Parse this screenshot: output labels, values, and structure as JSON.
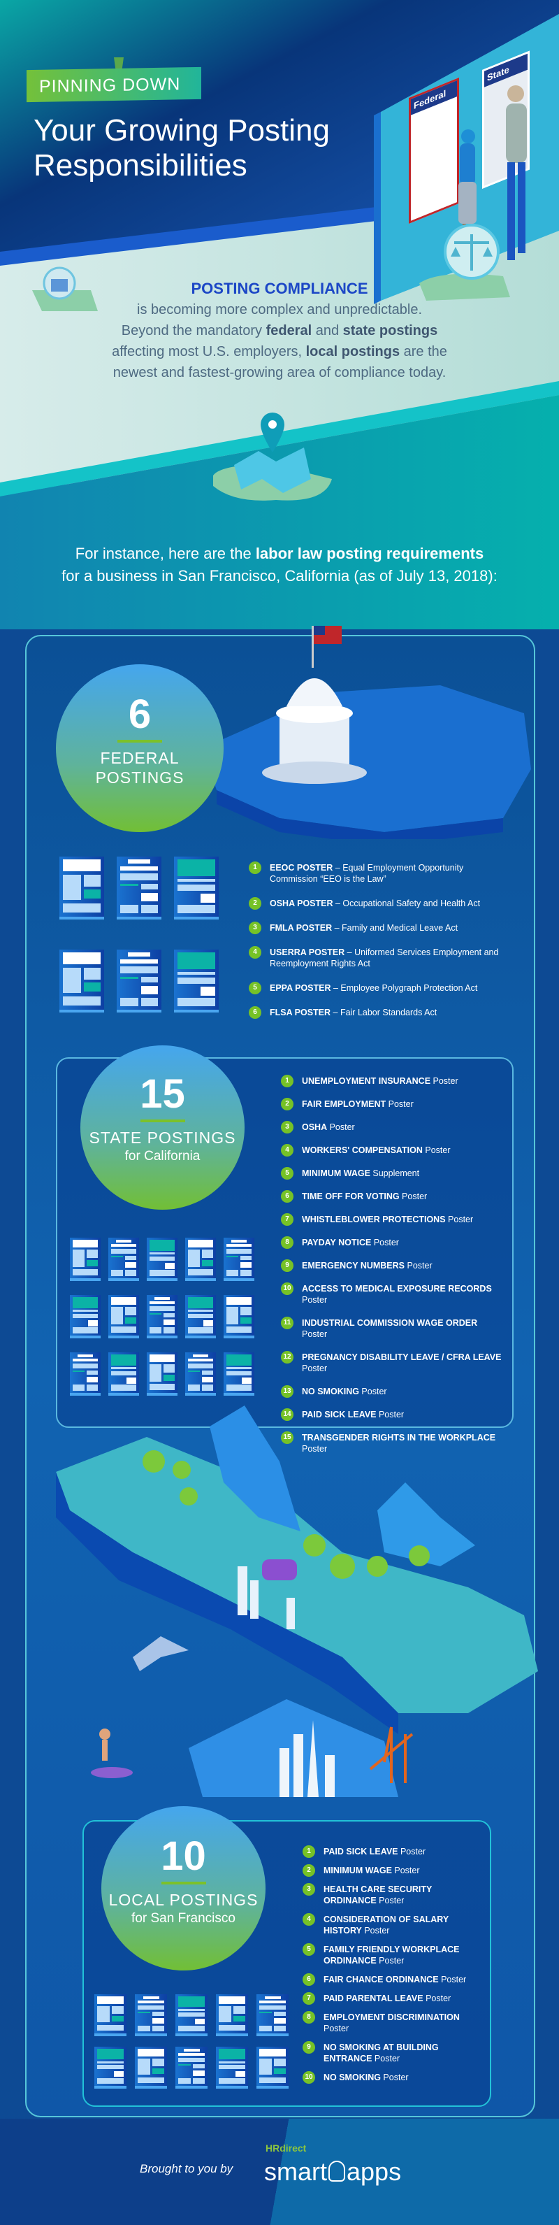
{
  "hero": {
    "banner": "PINNING DOWN",
    "title_line1": "Your Growing Posting",
    "title_line2": "Responsibilities",
    "board_federal": "Federal",
    "board_state": "State"
  },
  "compliance": {
    "heading": "POSTING COMPLIANCE",
    "line1": "is becoming more complex and unpredictable.",
    "line2_a": "Beyond the mandatory ",
    "line2_b": "federal",
    "line2_c": " and ",
    "line2_d": "state postings",
    "line3_a": "affecting most U.S. employers, ",
    "line3_b": "local postings",
    "line3_c": " are the",
    "line4": "newest and fastest-growing area of compliance today."
  },
  "intro": {
    "a": "For instance, here are the ",
    "b": "labor law posting requirements",
    "c": "for a business in San Francisco, California (as of July 13, 2018):"
  },
  "federal": {
    "count": "6",
    "label1": "FEDERAL",
    "label2": "POSTINGS",
    "items": [
      {
        "n": "1",
        "name": "EEOC POSTER",
        "desc": " – Equal Employment Opportunity Commission “EEO is the Law”"
      },
      {
        "n": "2",
        "name": "OSHA POSTER",
        "desc": " – Occupational Safety and Health Act"
      },
      {
        "n": "3",
        "name": "FMLA POSTER",
        "desc": " – Family and Medical Leave Act"
      },
      {
        "n": "4",
        "name": "USERRA POSTER",
        "desc": " – Uniformed Services Employment and Reemployment Rights Act"
      },
      {
        "n": "5",
        "name": "EPPA POSTER",
        "desc": " – Employee Polygraph Protection Act"
      },
      {
        "n": "6",
        "name": "FLSA POSTER",
        "desc": " – Fair Labor Standards Act"
      }
    ]
  },
  "state": {
    "count": "15",
    "label": "STATE POSTINGS",
    "sub": "for California",
    "items": [
      {
        "n": "1",
        "name": "UNEMPLOYMENT INSURANCE",
        "desc": " Poster"
      },
      {
        "n": "2",
        "name": "FAIR EMPLOYMENT",
        "desc": " Poster"
      },
      {
        "n": "3",
        "name": "OSHA",
        "desc": " Poster"
      },
      {
        "n": "4",
        "name": "WORKERS' COMPENSATION",
        "desc": " Poster"
      },
      {
        "n": "5",
        "name": "MINIMUM WAGE",
        "desc": " Supplement"
      },
      {
        "n": "6",
        "name": "TIME OFF FOR VOTING",
        "desc": " Poster"
      },
      {
        "n": "7",
        "name": "WHISTLEBLOWER PROTECTIONS",
        "desc": " Poster"
      },
      {
        "n": "8",
        "name": "PAYDAY NOTICE",
        "desc": " Poster"
      },
      {
        "n": "9",
        "name": "EMERGENCY NUMBERS",
        "desc": " Poster"
      },
      {
        "n": "10",
        "name": "ACCESS TO MEDICAL EXPOSURE RECORDS",
        "desc": " Poster"
      },
      {
        "n": "11",
        "name": "INDUSTRIAL COMMISSION WAGE ORDER",
        "desc": " Poster"
      },
      {
        "n": "12",
        "name": "PREGNANCY DISABILITY LEAVE / CFRA LEAVE",
        "desc": " Poster"
      },
      {
        "n": "13",
        "name": "NO SMOKING",
        "desc": " Poster"
      },
      {
        "n": "14",
        "name": "PAID SICK LEAVE",
        "desc": " Poster"
      },
      {
        "n": "15",
        "name": "TRANSGENDER RIGHTS IN THE WORKPLACE",
        "desc": " Poster"
      }
    ]
  },
  "local": {
    "count": "10",
    "label": "LOCAL POSTINGS",
    "sub": "for San Francisco",
    "items": [
      {
        "n": "1",
        "name": "PAID SICK LEAVE",
        "desc": " Poster"
      },
      {
        "n": "2",
        "name": "MINIMUM WAGE",
        "desc": " Poster"
      },
      {
        "n": "3",
        "name": "HEALTH CARE SECURITY ORDINANCE",
        "desc": " Poster"
      },
      {
        "n": "4",
        "name": "CONSIDERATION OF SALARY HISTORY",
        "desc": " Poster"
      },
      {
        "n": "5",
        "name": "FAMILY FRIENDLY WORKPLACE ORDINANCE",
        "desc": " Poster"
      },
      {
        "n": "6",
        "name": "FAIR CHANCE ORDINANCE",
        "desc": " Poster"
      },
      {
        "n": "7",
        "name": "PAID PARENTAL LEAVE",
        "desc": " Poster"
      },
      {
        "n": "8",
        "name": "EMPLOYMENT DISCRIMINATION",
        "desc": " Poster"
      },
      {
        "n": "9",
        "name": "NO SMOKING AT BUILDING ENTRANCE",
        "desc": " Poster"
      },
      {
        "n": "10",
        "name": "NO SMOKING",
        "desc": " Poster"
      }
    ]
  },
  "footer": {
    "brought": "Brought to you by",
    "logo_hr": "HRdirect",
    "logo_smart": "smart",
    "logo_apps": "apps"
  },
  "colors": {
    "accent_green": "#76c227",
    "navy": "#0d4a94",
    "teal": "#0aa9b0",
    "heading_blue": "#1c47c6"
  }
}
